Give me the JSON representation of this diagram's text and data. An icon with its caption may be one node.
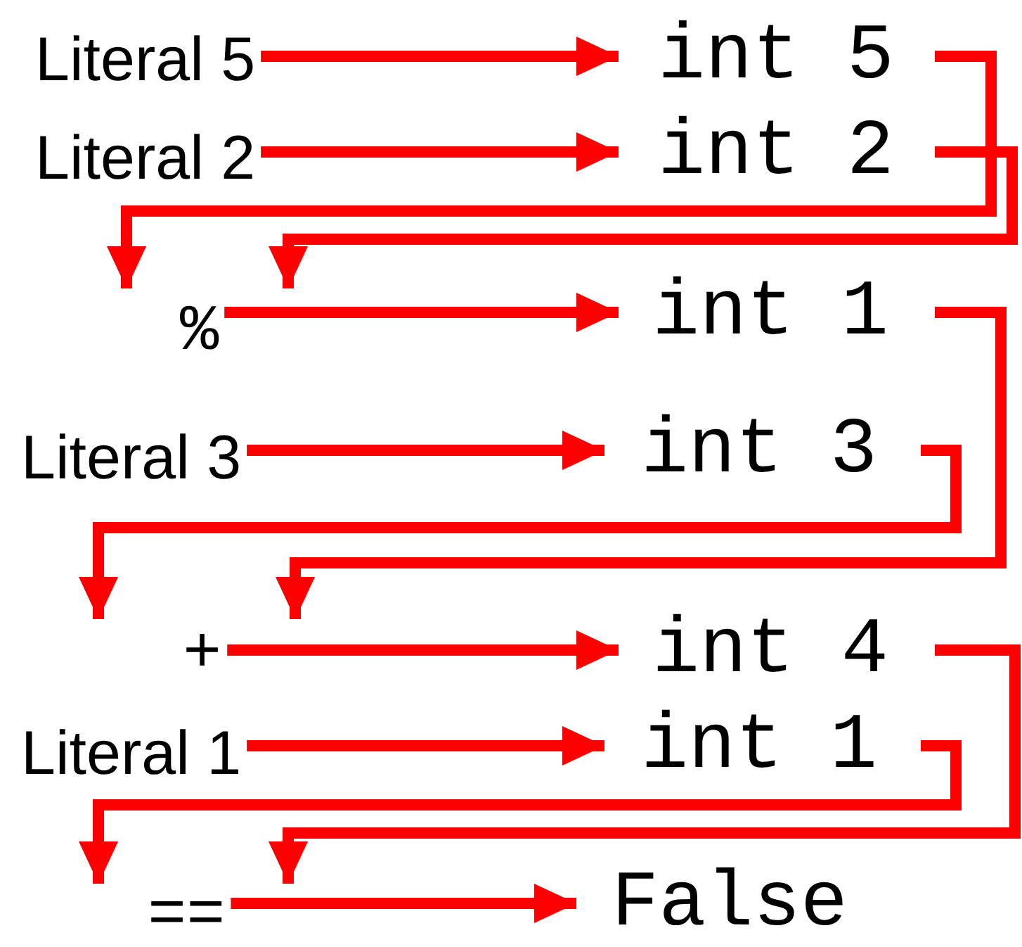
{
  "diagram": {
    "nodes": [
      {
        "text": [
          "Literal 5"
        ]
      },
      {
        "text": [
          "int 5"
        ]
      },
      {
        "text": [
          "Literal 2"
        ]
      },
      {
        "text": [
          "int 2"
        ]
      },
      {
        "text": [
          "%"
        ]
      },
      {
        "text": [
          "int 1"
        ]
      },
      {
        "text": [
          "Literal 3"
        ]
      },
      {
        "text": [
          "int 3"
        ]
      },
      {
        "text": [
          "+"
        ]
      },
      {
        "text": [
          "int 4"
        ]
      },
      {
        "text": [
          "Literal 1"
        ]
      },
      {
        "text": [
          "int 1"
        ]
      },
      {
        "text": [
          "=="
        ]
      },
      {
        "text": [
          "False"
        ]
      }
    ],
    "edges": [
      {
        "from": 0,
        "to": 1,
        "arrow": "to"
      },
      {
        "from": 2,
        "to": 3,
        "arrow": "to"
      },
      {
        "from": 1,
        "to": 4,
        "arrow": "to"
      },
      {
        "from": 3,
        "to": 4,
        "arrow": "to"
      },
      {
        "from": 4,
        "to": 5,
        "arrow": "to"
      },
      {
        "from": 6,
        "to": 7,
        "arrow": "to"
      },
      {
        "from": 5,
        "to": 8,
        "arrow": "to"
      },
      {
        "from": 7,
        "to": 8,
        "arrow": "to"
      },
      {
        "from": 8,
        "to": 9,
        "arrow": "to"
      },
      {
        "from": 10,
        "to": 11,
        "arrow": "to"
      },
      {
        "from": 9,
        "to": 12,
        "arrow": "to"
      },
      {
        "from": 11,
        "to": 12,
        "arrow": "to"
      },
      {
        "from": 12,
        "to": 13,
        "arrow": "to"
      }
    ]
  }
}
